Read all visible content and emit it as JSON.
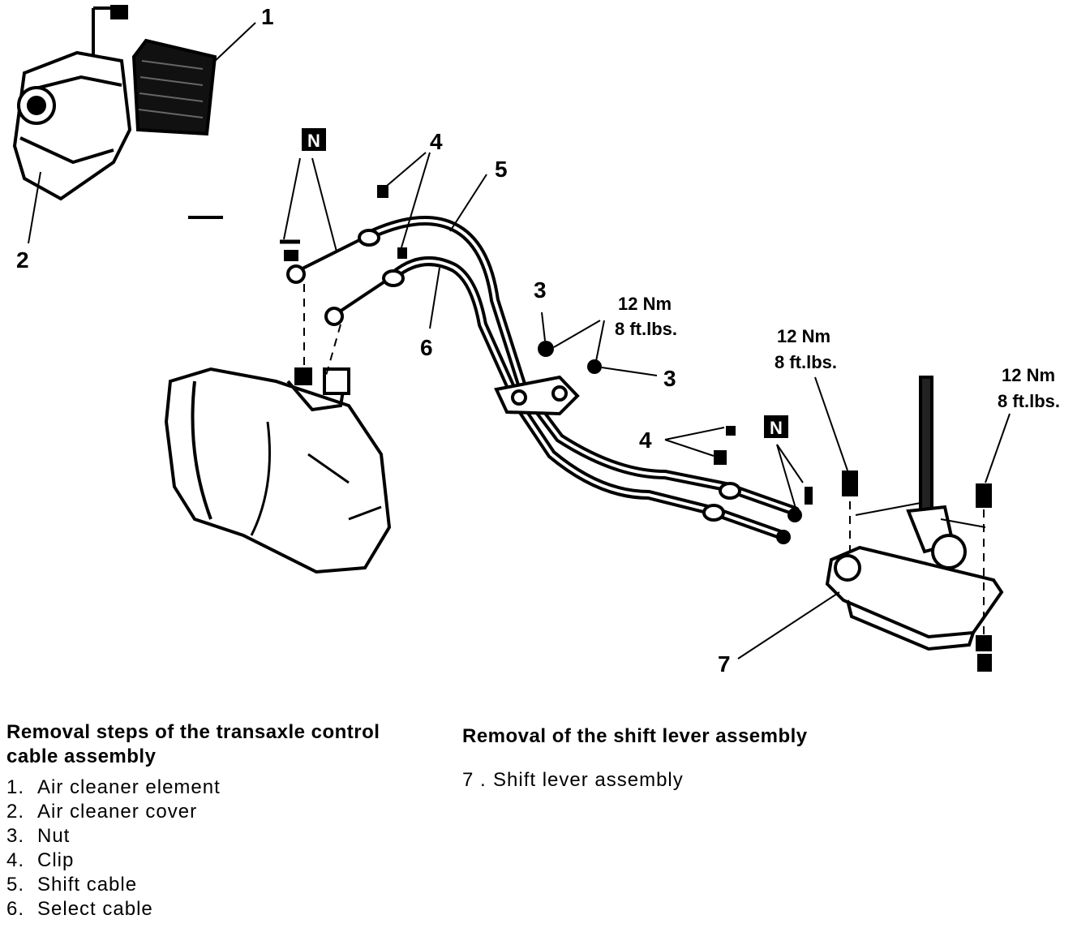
{
  "diagram": {
    "callouts": {
      "c1": "1",
      "c2": "2",
      "c3a": "3",
      "c3b": "3",
      "c4a": "4",
      "c4b": "4",
      "c5": "5",
      "c6": "6",
      "c7": "7"
    },
    "n_badge": "N",
    "torque_line1": "12 Nm",
    "torque_line2": "8 ft.lbs."
  },
  "legend_left": {
    "heading": "Removal steps of the transaxle control cable assembly",
    "items": [
      {
        "num": "1.",
        "label": "Air cleaner element"
      },
      {
        "num": "2.",
        "label": "Air cleaner cover"
      },
      {
        "num": "3.",
        "label": "Nut"
      },
      {
        "num": "4.",
        "label": "Clip"
      },
      {
        "num": "5.",
        "label": "Shift cable"
      },
      {
        "num": "6.",
        "label": "Select cable"
      }
    ]
  },
  "legend_right": {
    "heading": "Removal of the shift lever assembly",
    "items": [
      {
        "num": "7 .",
        "label": "Shift lever assembly"
      }
    ]
  }
}
